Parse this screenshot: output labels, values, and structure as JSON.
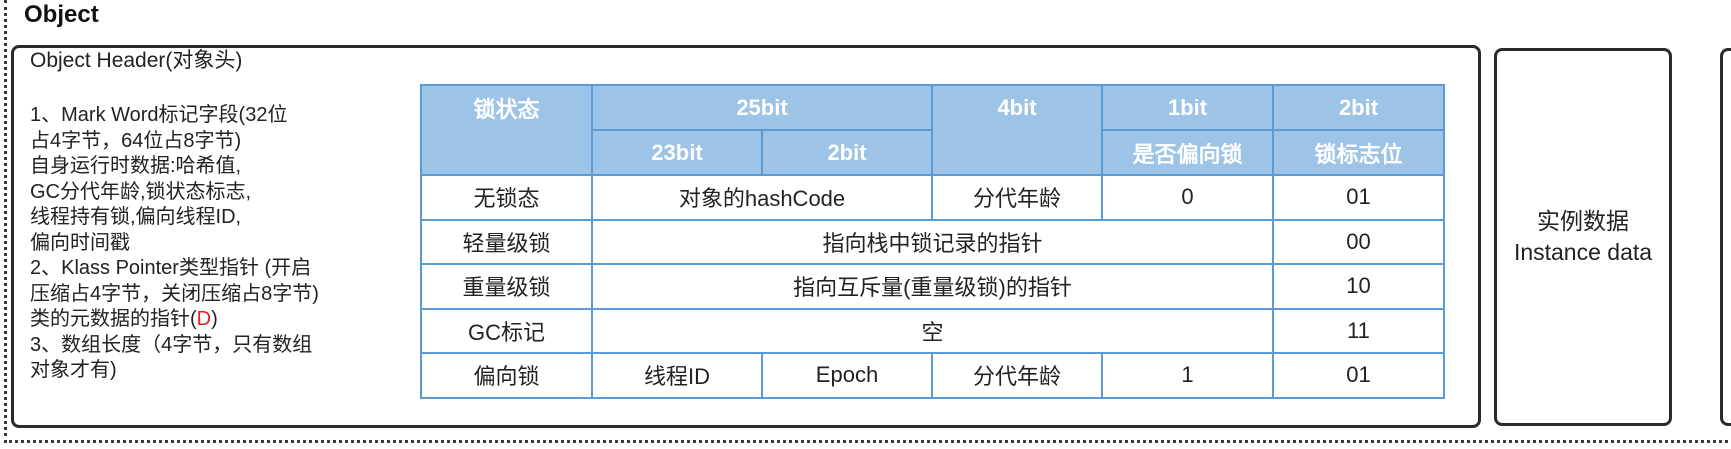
{
  "title": "Object",
  "object_header": {
    "label": "Object Header(对象头)",
    "description_lines": [
      "1、Mark Word标记字段(32位",
      " 占4字节，64位占8字节)",
      "自身运行时数据:哈希值,",
      "GC分代年龄,锁状态标志,",
      "线程持有锁,偏向线程ID,",
      "偏向时间戳",
      "2、Klass Pointer类型指针 (开启",
      "压缩占4字节，关闭压缩占8字节)",
      "类的元数据的指针(",
      "D",
      ")",
      "3、数组长度（4字节，只有数组",
      "对象才有)"
    ]
  },
  "mark_word_table": {
    "header_row1": [
      "锁状态",
      "25bit",
      "4bit",
      "1bit",
      "2bit"
    ],
    "header_row2": [
      "23bit",
      "2bit",
      "是否偏向锁",
      "锁标志位"
    ],
    "rows": [
      {
        "state": "无锁态",
        "c1": "对象的hashCode",
        "c2": "分代年龄",
        "c3": "0",
        "c4": "01"
      },
      {
        "state": "轻量级锁",
        "c1": "指向栈中锁记录的指针",
        "c4": "00"
      },
      {
        "state": "重量级锁",
        "c1": "指向互斥量(重量级锁)的指针",
        "c4": "10"
      },
      {
        "state": "GC标记",
        "c1": "空",
        "c4": "11"
      },
      {
        "state": "偏向锁",
        "c1": "线程ID",
        "c1b": "Epoch",
        "c2": "分代年龄",
        "c3": "1",
        "c4": "01"
      }
    ]
  },
  "instance_data": {
    "line1": "实例数据",
    "line2": "Instance data"
  },
  "colors": {
    "table_header_bg": "#9dc3e6",
    "table_border": "#5b9bd5",
    "highlight_red": "#e02020"
  }
}
